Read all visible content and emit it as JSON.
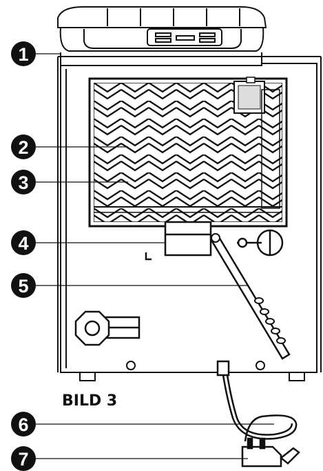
{
  "caption": "BILD 3",
  "callouts": [
    {
      "number": "1"
    },
    {
      "number": "2"
    },
    {
      "number": "3"
    },
    {
      "number": "4"
    },
    {
      "number": "5"
    },
    {
      "number": "6"
    },
    {
      "number": "7"
    }
  ],
  "colors": {
    "line": "#111111",
    "callout_fill": "#111111",
    "background": "#ffffff"
  }
}
